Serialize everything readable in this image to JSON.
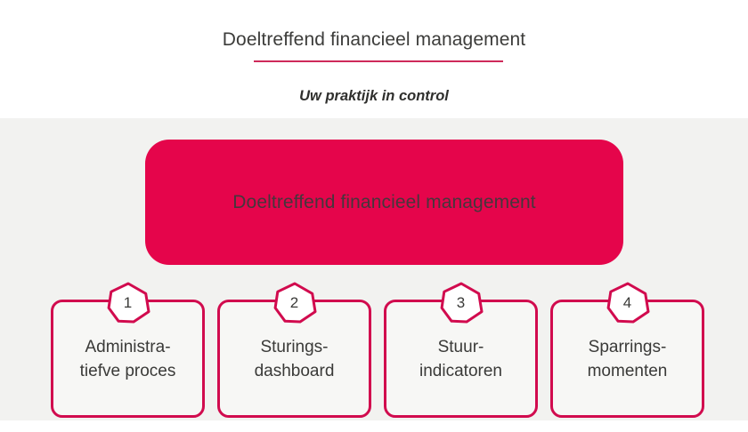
{
  "header": {
    "title": "Doeltreffend financieel management",
    "subtitle": "Uw praktijk in control"
  },
  "colors": {
    "accent": "#e5054b",
    "accent_border": "#d10b4e",
    "rule": "#ce2a5a",
    "panel_bg": "#f2f2f0",
    "box_bg": "#f7f7f5",
    "text": "#3a3a38"
  },
  "diagram": {
    "banner_label": "Doeltreffend financieel management",
    "steps": [
      {
        "number": "1",
        "label": "Administra-\ntiefve proces"
      },
      {
        "number": "2",
        "label": "Sturings-\ndashboard"
      },
      {
        "number": "3",
        "label": "Stuur-\nindicatoren"
      },
      {
        "number": "4",
        "label": "Sparrings-\nmomenten"
      }
    ]
  }
}
